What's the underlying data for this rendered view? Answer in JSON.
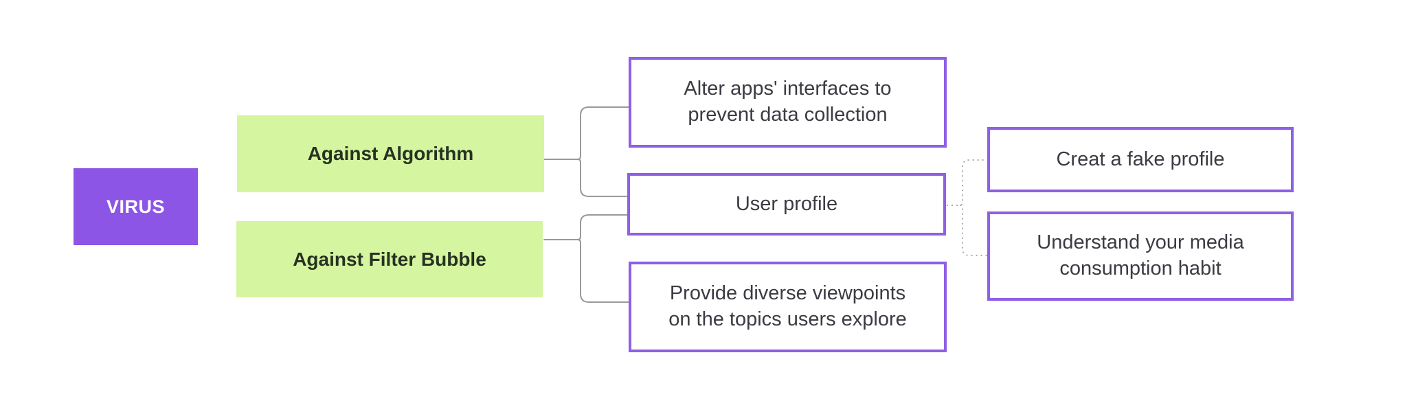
{
  "diagram": {
    "root": {
      "label": "VIRUS"
    },
    "categories": [
      {
        "label": "Against Algorithm"
      },
      {
        "label": "Against Filter Bubble"
      }
    ],
    "strategies": [
      {
        "label": "Alter apps' interfaces to\nprevent data collection"
      },
      {
        "label": "User profile"
      },
      {
        "label": "Provide diverse viewpoints\non the topics users explore"
      }
    ],
    "tactics": [
      {
        "label": "Creat a fake profile"
      },
      {
        "label": "Understand your media\nconsumption habit"
      }
    ],
    "colors": {
      "background": "#ffffff",
      "root_fill": "#8c55e6",
      "root_text": "#ffffff",
      "category_fill": "#d6f5a0",
      "category_text": "#263222",
      "node_border": "#8f5fe6",
      "node_text": "#3b3b43",
      "connector_solid": "#999999",
      "connector_dotted": "#aaaaaa"
    }
  }
}
